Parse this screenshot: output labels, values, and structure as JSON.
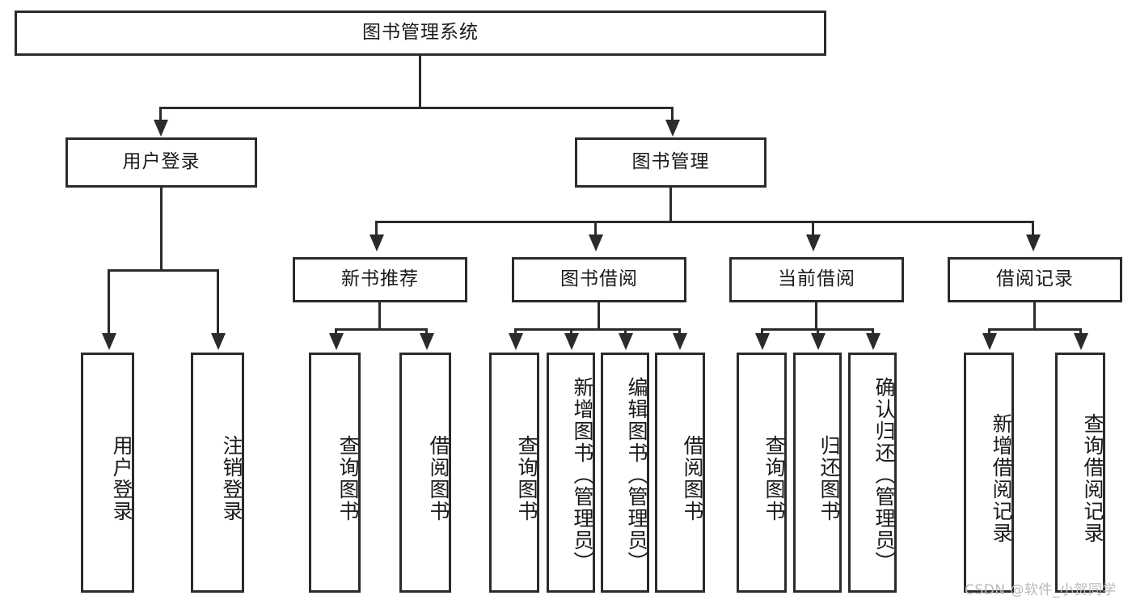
{
  "diagram": {
    "title": "图书管理系统",
    "root": {
      "label": "图书管理系统"
    },
    "level2": [
      {
        "label": "用户登录"
      },
      {
        "label": "图书管理"
      }
    ],
    "level3": [
      {
        "label": "新书推荐"
      },
      {
        "label": "图书借阅"
      },
      {
        "label": "当前借阅"
      },
      {
        "label": "借阅记录"
      }
    ],
    "leaves": [
      {
        "label": "用户登录",
        "parent": "用户登录"
      },
      {
        "label": "注销登录",
        "parent": "用户登录"
      },
      {
        "label": "查询图书",
        "parent": "新书推荐"
      },
      {
        "label": "借阅图书",
        "parent": "新书推荐"
      },
      {
        "label": "查询图书",
        "parent": "图书借阅"
      },
      {
        "label": "新增图书（管理员）",
        "parent": "图书借阅"
      },
      {
        "label": "编辑图书（管理员）",
        "parent": "图书借阅"
      },
      {
        "label": "借阅图书",
        "parent": "图书借阅"
      },
      {
        "label": "查询图书",
        "parent": "当前借阅"
      },
      {
        "label": "归还图书",
        "parent": "当前借阅"
      },
      {
        "label": "确认归还（管理员）",
        "parent": "当前借阅"
      },
      {
        "label": "新增借阅记录",
        "parent": "借阅记录"
      },
      {
        "label": "查询借阅记录",
        "parent": "借阅记录"
      }
    ]
  },
  "watermark": {
    "text": "CSDN @软件_小贺同学"
  },
  "colors": {
    "stroke": "#2b2b2b",
    "background": "#ffffff",
    "text": "#1a1a1a",
    "watermark": "#b9b9b9"
  }
}
